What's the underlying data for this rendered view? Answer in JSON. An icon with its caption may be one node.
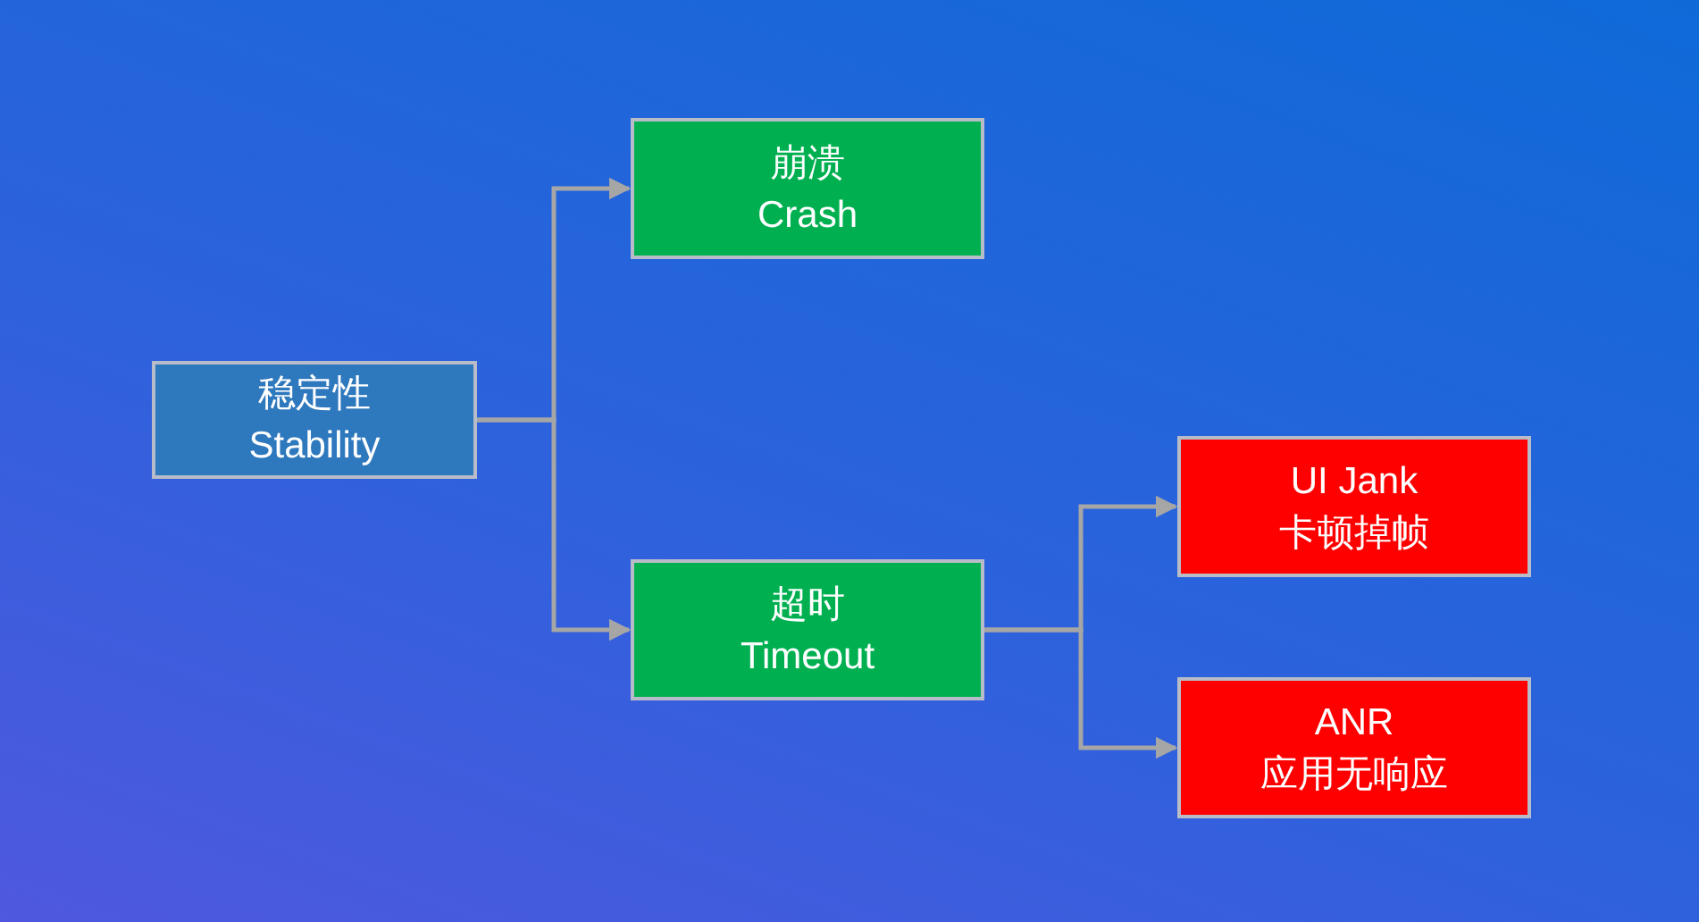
{
  "diagram": {
    "nodes": [
      {
        "text": [
          "稳定性",
          "Stability"
        ]
      },
      {
        "text": [
          "崩溃",
          "Crash"
        ]
      },
      {
        "text": [
          "超时",
          "Timeout"
        ]
      },
      {
        "text": [
          "UI Jank",
          "卡顿掉帧"
        ]
      },
      {
        "text": [
          "ANR",
          "应用无响应"
        ]
      }
    ],
    "edges": [
      {
        "from": 0,
        "to": 1,
        "arrow": "to"
      },
      {
        "from": 0,
        "to": 2,
        "arrow": "to"
      },
      {
        "from": 2,
        "to": 3,
        "arrow": "to"
      },
      {
        "from": 2,
        "to": 4,
        "arrow": "to"
      }
    ]
  }
}
